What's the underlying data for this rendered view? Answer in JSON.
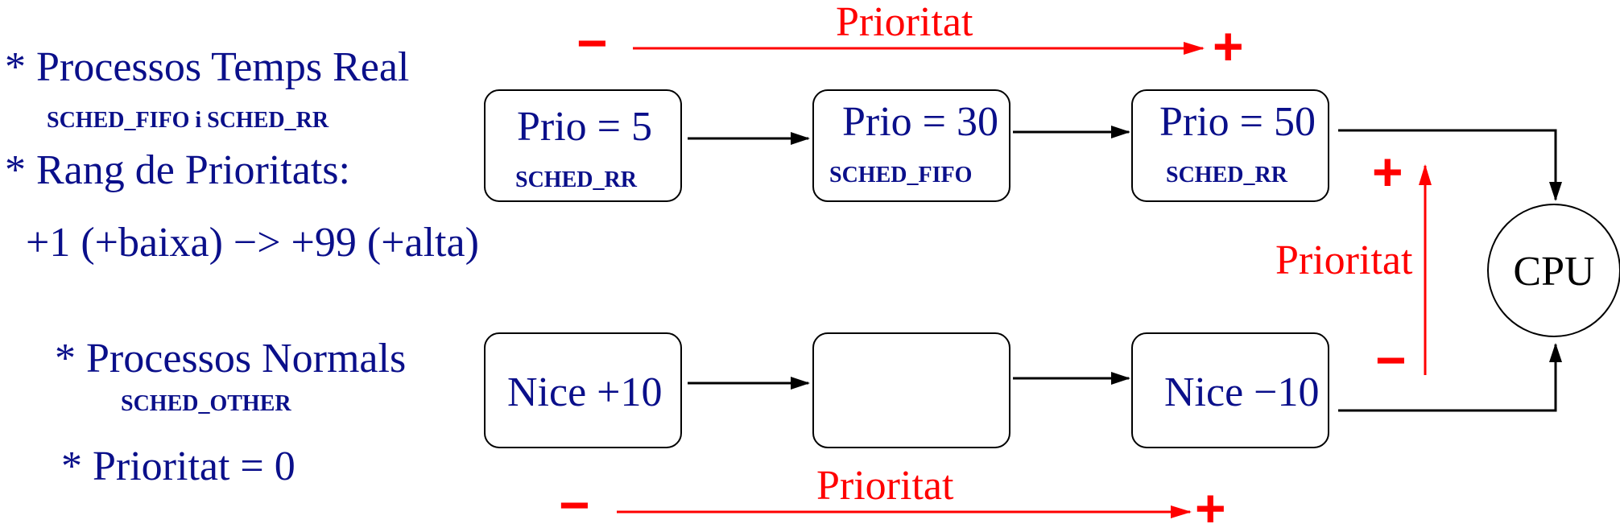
{
  "left_text": {
    "rt_title": "* Processos Temps Real",
    "rt_policies": "SCHED_FIFO  i  SCHED_RR",
    "range_title": "* Rang de Prioritats:",
    "range_values": "+1 (+baixa) −> +99 (+alta)",
    "normal_title": "* Processos Normals",
    "normal_policy": "SCHED_OTHER",
    "normal_priority": "* Prioritat = 0"
  },
  "realtime_queue": [
    {
      "prio": "Prio = 5",
      "policy": "SCHED_RR"
    },
    {
      "prio": "Prio = 30",
      "policy": "SCHED_FIFO"
    },
    {
      "prio": "Prio = 50",
      "policy": "SCHED_RR"
    }
  ],
  "normal_queue": [
    {
      "nice": "Nice +10"
    },
    {
      "nice": ""
    },
    {
      "nice": "Nice −10"
    }
  ],
  "cpu_label": "CPU",
  "priority_arrows": {
    "label": "Prioritat",
    "minus": "−",
    "plus": "+"
  },
  "colors": {
    "text": "#0a0f8a",
    "accent": "#ff0000",
    "lines": "#000000"
  }
}
